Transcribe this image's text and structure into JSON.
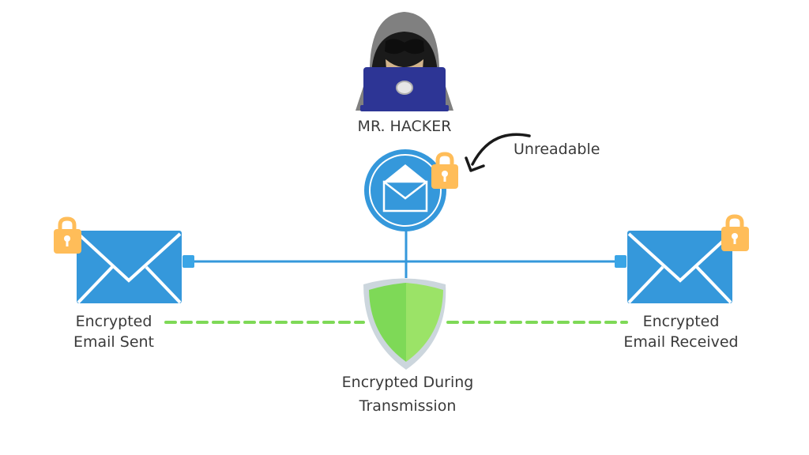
{
  "hacker": {
    "label": "MR. HACKER"
  },
  "intercepted": {
    "annotation": "Unreadable"
  },
  "sender": {
    "line1": "Encrypted",
    "line2": "Email Sent"
  },
  "receiver": {
    "line1": "Encrypted",
    "line2": "Email Received"
  },
  "transit": {
    "line1": "Encrypted During",
    "line2": "Transmission"
  },
  "colors": {
    "envelope": "#3598db",
    "lock": "#ffbd59",
    "shield_dark": "#7ed957",
    "shield_light": "#9be367",
    "shield_border": "#ccd6dd",
    "dash": "#7ed957",
    "laptop": "#2d3595",
    "hood": "#808080"
  }
}
